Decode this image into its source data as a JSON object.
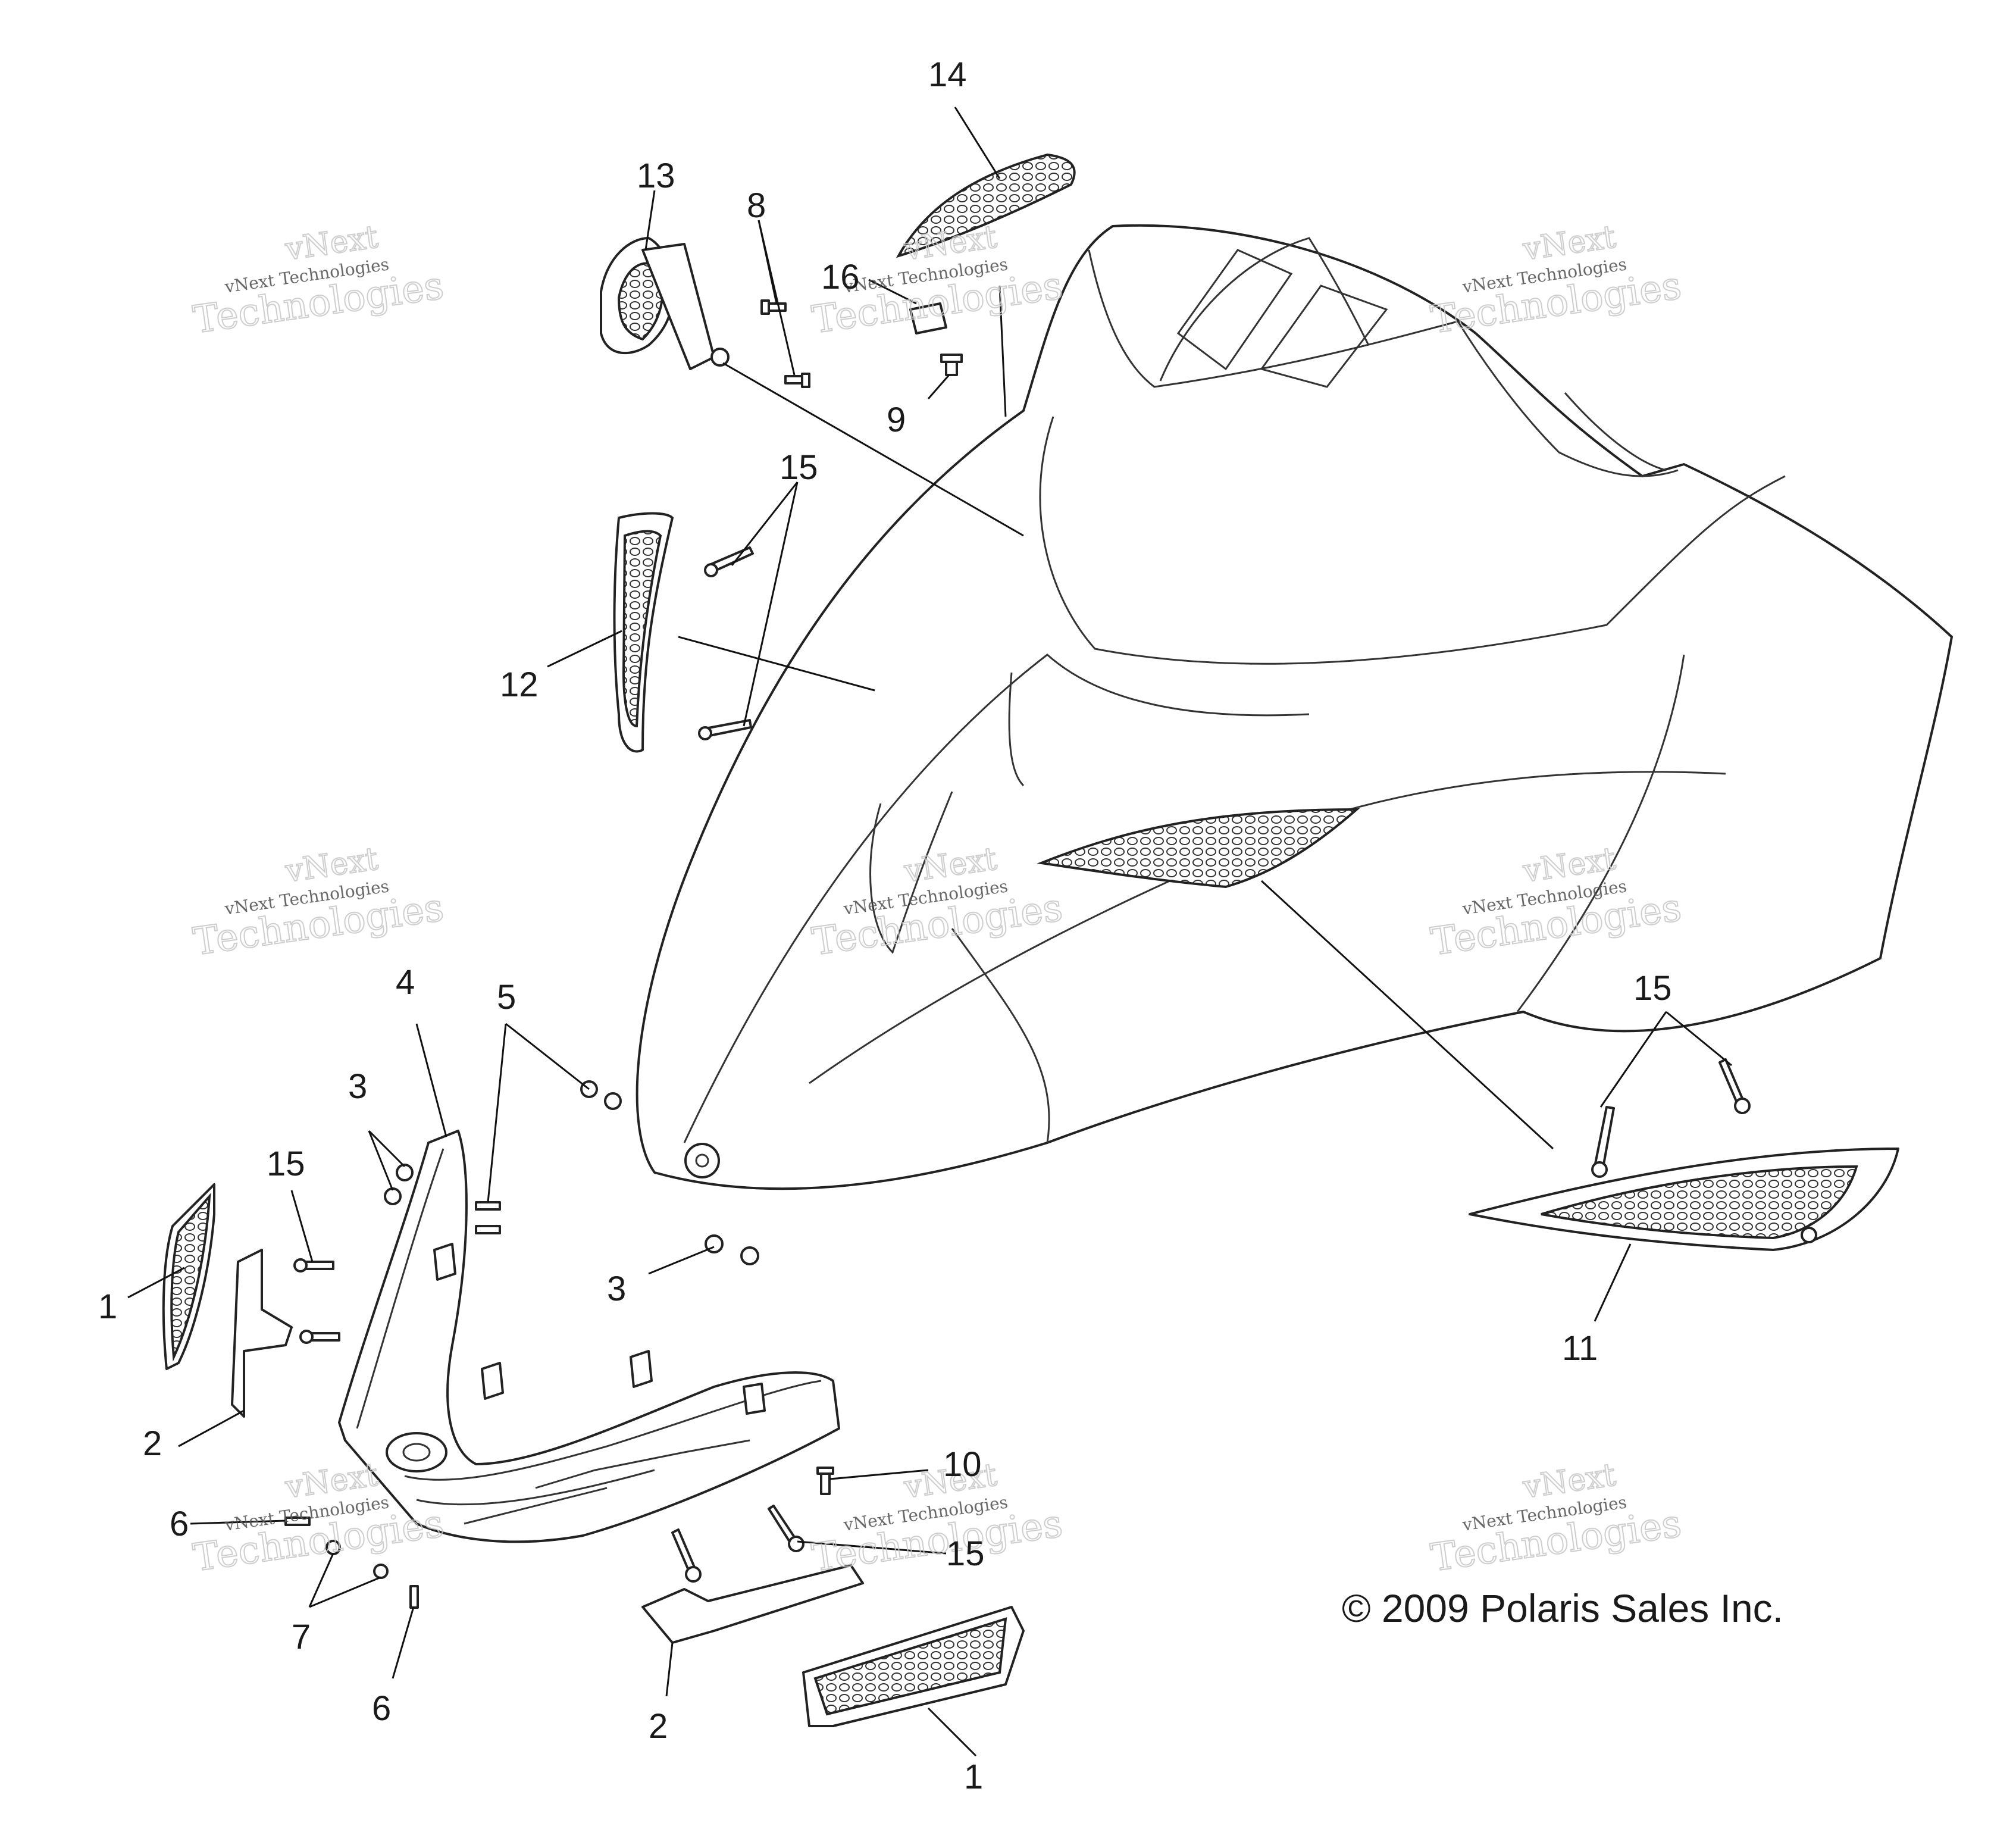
{
  "callouts": [
    {
      "id": "c14",
      "text": "14"
    },
    {
      "id": "c13",
      "text": "13"
    },
    {
      "id": "c8",
      "text": "8"
    },
    {
      "id": "c16",
      "text": "16"
    },
    {
      "id": "c9",
      "text": "9"
    },
    {
      "id": "c15a",
      "text": "15"
    },
    {
      "id": "c12",
      "text": "12"
    },
    {
      "id": "c4",
      "text": "4"
    },
    {
      "id": "c5",
      "text": "5"
    },
    {
      "id": "c3a",
      "text": "3"
    },
    {
      "id": "c15b",
      "text": "15"
    },
    {
      "id": "c1a",
      "text": "1"
    },
    {
      "id": "c2a",
      "text": "2"
    },
    {
      "id": "c3b",
      "text": "3"
    },
    {
      "id": "c15c",
      "text": "15"
    },
    {
      "id": "c11",
      "text": "11"
    },
    {
      "id": "c10",
      "text": "10"
    },
    {
      "id": "c15d",
      "text": "15"
    },
    {
      "id": "c6a",
      "text": "6"
    },
    {
      "id": "c7",
      "text": "7"
    },
    {
      "id": "c6b",
      "text": "6"
    },
    {
      "id": "c2b",
      "text": "2"
    },
    {
      "id": "c1b",
      "text": "1"
    }
  ],
  "copyright": "© 2009 Polaris Sales Inc.",
  "watermark": {
    "line1": "vNext",
    "line2": "Technologies",
    "small": "vNext Technologies"
  }
}
